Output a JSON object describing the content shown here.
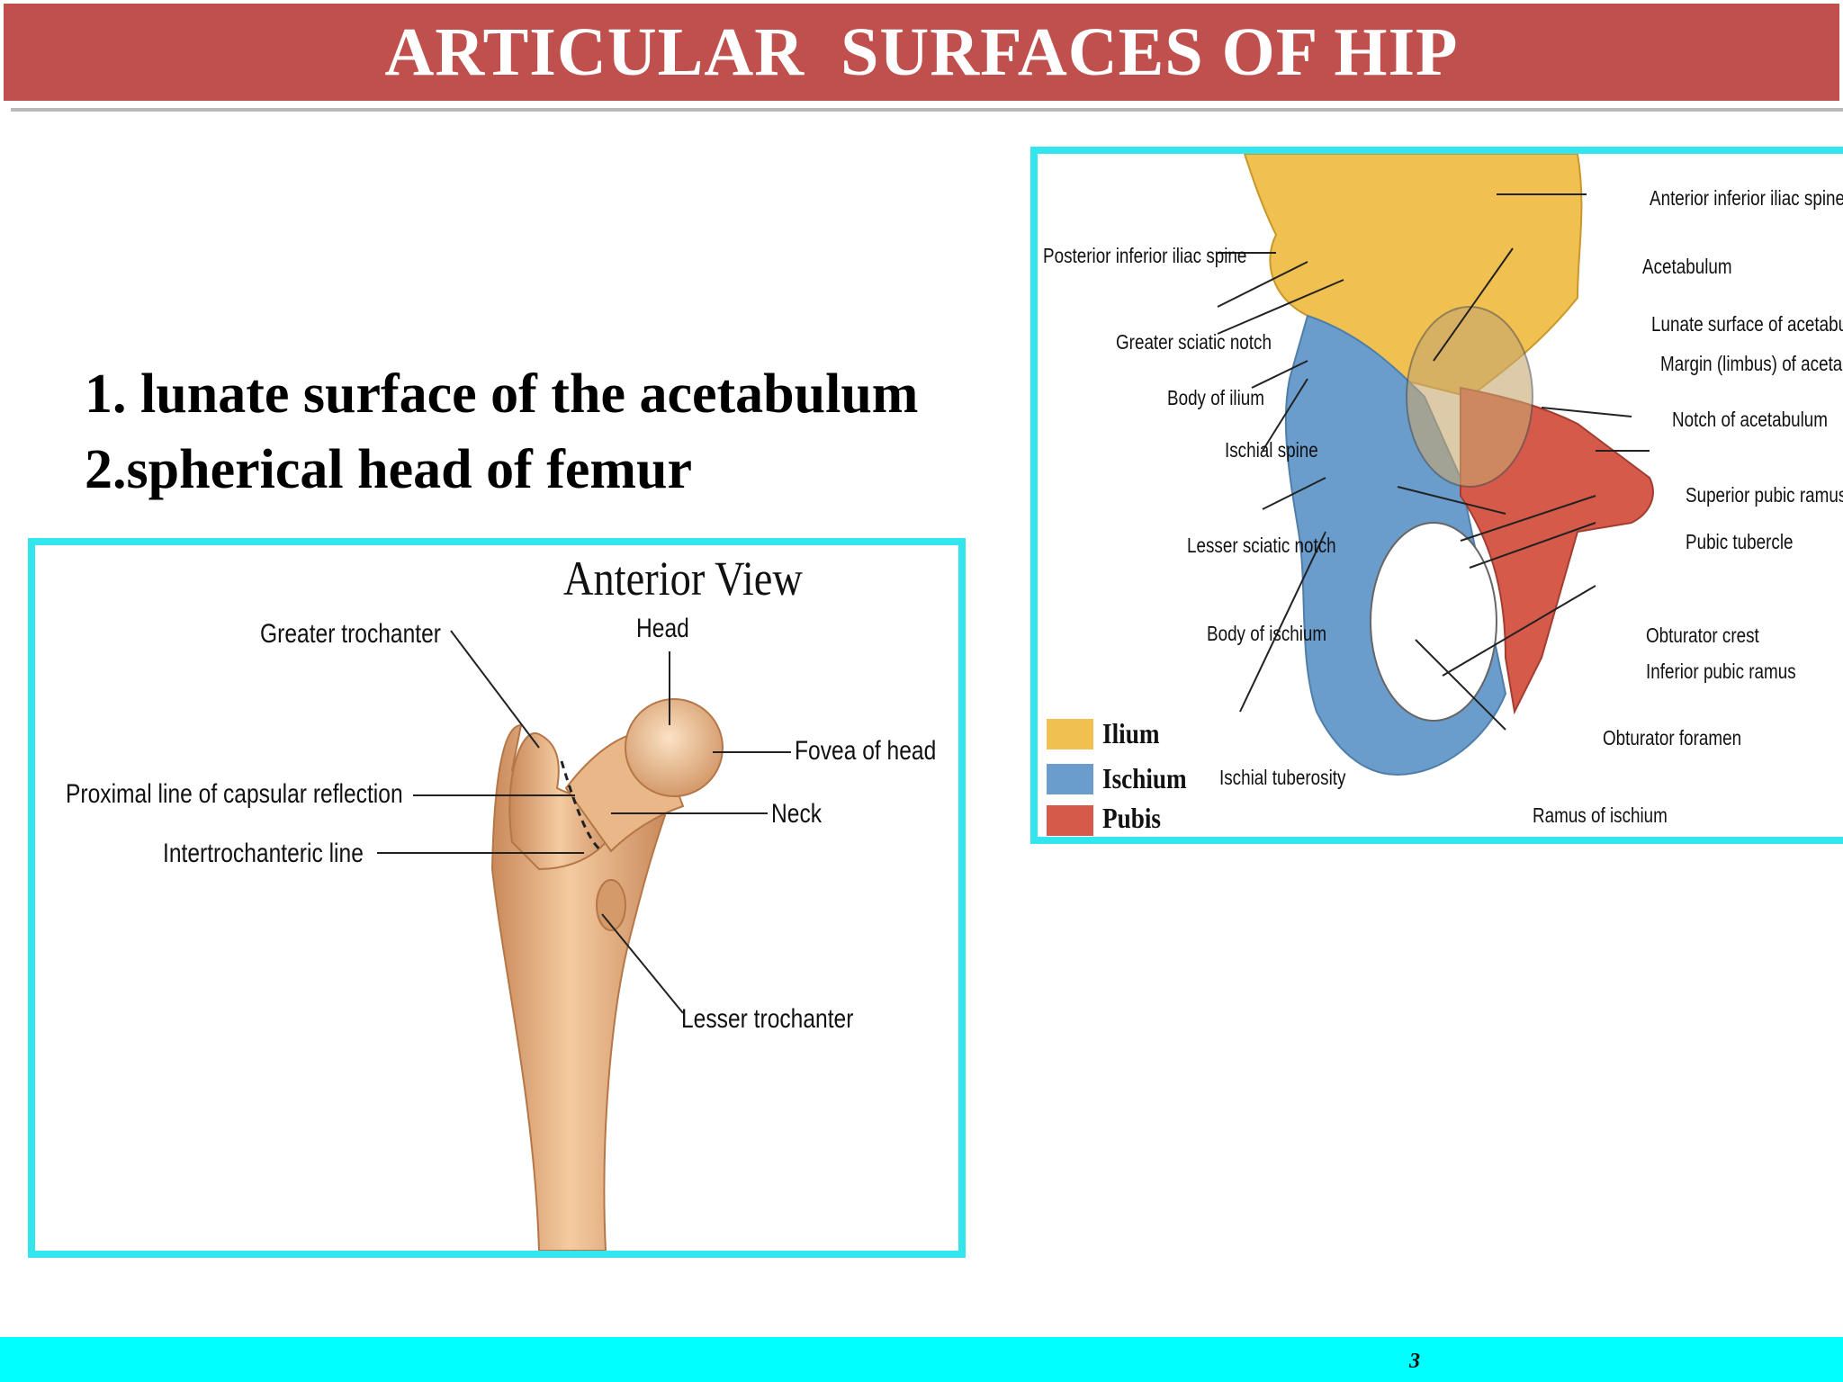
{
  "slide": {
    "title": "ARTICULAR  SURFACES OF HIP",
    "page_number": "3"
  },
  "points": [
    "1. lunate surface of the acetabulum",
    "2.spherical head of femur"
  ],
  "femur_figure": {
    "view_title": "Anterior View",
    "labels": {
      "greater_trochanter": "Greater trochanter",
      "head": "Head",
      "fovea": "Fovea of head",
      "proximal_line": "Proximal line of capsular reflection",
      "neck": "Neck",
      "intertrochanteric": "Intertrochanteric line",
      "lesser_trochanter": "Lesser trochanter"
    }
  },
  "hip_figure": {
    "labels": {
      "aiis": "Anterior inferior iliac spine",
      "piis": "Posterior inferior iliac spine",
      "acetabulum": "Acetabulum",
      "lunate": "Lunate surface of acetabulum",
      "margin": "Margin (limbus) of acetabulum",
      "greater_sciatic": "Greater sciatic notch",
      "body_ilium": "Body of ilium",
      "notch_acetabulum": "Notch of acetabulum",
      "ischial_spine": "Ischial spine",
      "superior_pubic": "Superior pubic ramus",
      "pubic_tubercle": "Pubic tubercle",
      "lesser_sciatic": "Lesser sciatic notch",
      "body_ischium": "Body of ischium",
      "obturator_crest": "Obturator crest",
      "inferior_pubic": "Inferior pubic ramus",
      "obturator_foramen": "Obturator foramen",
      "ischial_tuberosity": "Ischial tuberosity",
      "ramus_ischium": "Ramus of ischium"
    },
    "legend": [
      {
        "name": "Ilium",
        "color": "#f0c050"
      },
      {
        "name": "Ischium",
        "color": "#6a9ccc"
      },
      {
        "name": "Pubis",
        "color": "#d65a4a"
      }
    ]
  }
}
